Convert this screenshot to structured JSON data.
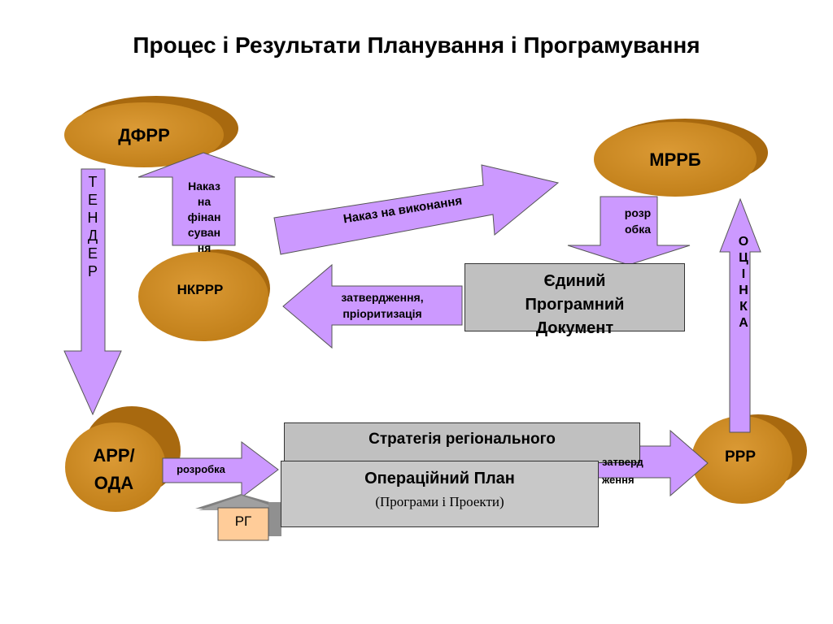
{
  "title": "Процес і Результати Планування і Програмування",
  "nodes": {
    "dfrr": "ДФРР",
    "mrrb": "МРРБ",
    "nkrrr": "НКРРР",
    "arr_oda_1": "АРР/",
    "arr_oda_2": "ОДА",
    "rrr": "РРР",
    "rg": "РГ"
  },
  "arrows": {
    "tender": [
      "Т",
      "Е",
      "Н",
      "Д",
      "Е",
      "Р"
    ],
    "otsinka": [
      "О",
      "Ц",
      "І",
      "Н",
      "К",
      "А"
    ],
    "nakaz_finansuvannia": [
      "Наказ",
      "на",
      "фінан",
      "суван",
      "ня"
    ],
    "nakaz_vykonannia": "Наказ на виконання",
    "rozrobka_top": [
      "розр",
      "обка"
    ],
    "zatverdzhennia_priorytyzatsiia": [
      "затвердження,",
      "пріоритизація"
    ],
    "rozrobka_bottom": "розробка",
    "zatverdzhennia_bottom": [
      "затверд",
      "ження"
    ]
  },
  "boxes": {
    "ypd": [
      "Єдиний",
      "Програмний",
      "Документ"
    ],
    "strategy": "Стратегія регіонального",
    "op_plan": "Операційний План",
    "op_plan_sub": "(Програми і Проекти)"
  },
  "colors": {
    "ellipse": "#CC8A1F",
    "arrow": "#CC99FF",
    "box": "#C0C0C0",
    "rg": "#FFCC99"
  }
}
